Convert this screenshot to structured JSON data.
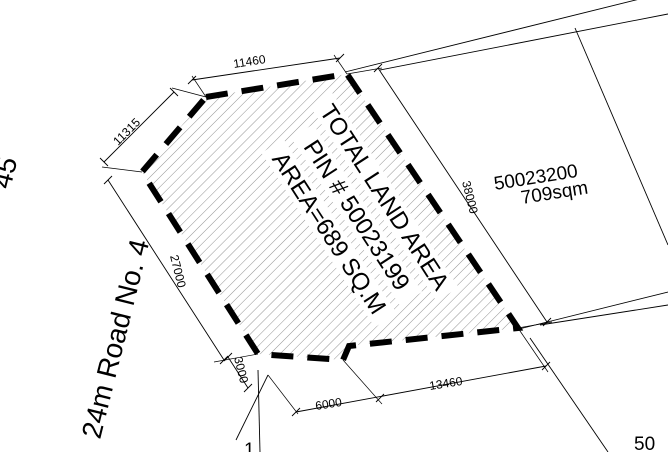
{
  "plot": {
    "title_line1": "TOTAL LAND AREA",
    "title_line2": "PIN # 50023199",
    "title_line3": "AREA=689 SQ.M"
  },
  "neighbor_lot": {
    "pin": "50023200",
    "area": "709sqm"
  },
  "road": {
    "label": "24m Road No. 4",
    "partial_label": "45"
  },
  "dimensions": {
    "top": "11460",
    "top_left_chamfer": "11315",
    "left": "27000",
    "right": "38000",
    "bottom_step": "3000",
    "bottom_left": "6000",
    "bottom_right": "13460"
  },
  "edge_fragments": {
    "bottom_right": "50",
    "bottom_left": "1"
  }
}
